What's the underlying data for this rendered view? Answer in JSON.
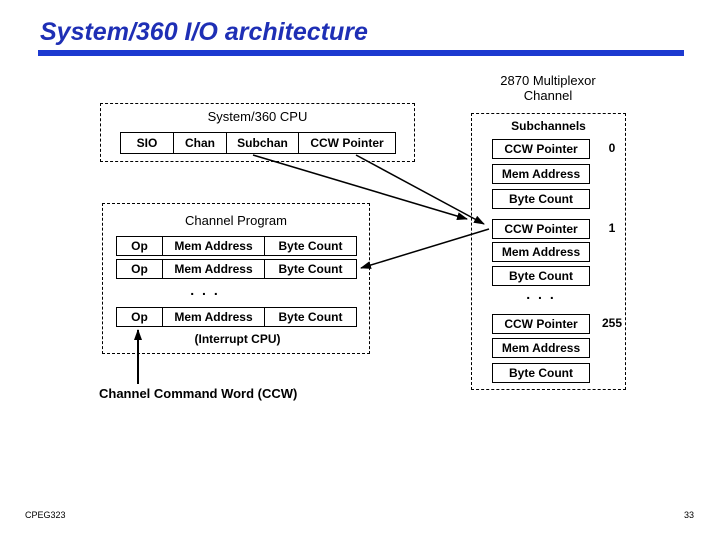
{
  "slide": {
    "title": "System/360 I/O architecture",
    "footer_left": "CPEG323",
    "page_number": "33"
  },
  "cpu": {
    "title": "System/360 CPU",
    "cells": [
      "SIO",
      "Chan",
      "Subchan",
      "CCW Pointer"
    ]
  },
  "multiplexor": {
    "label_line1": "2870 Multiplexor",
    "label_line2": "Channel",
    "subchannels_title": "Subchannels",
    "groups": [
      {
        "index": "0",
        "fields": [
          "CCW Pointer",
          "Mem Address",
          "Byte Count"
        ]
      },
      {
        "index": "1",
        "fields": [
          "CCW Pointer",
          "Mem Address",
          "Byte Count"
        ]
      },
      {
        "index": "255",
        "fields": [
          "CCW Pointer",
          "Mem Address",
          "Byte Count"
        ]
      }
    ],
    "ellipsis": ". . ."
  },
  "channel_program": {
    "title": "Channel Program",
    "rows": [
      {
        "cells": [
          "Op",
          "Mem Address",
          "Byte Count"
        ]
      },
      {
        "cells": [
          "Op",
          "Mem Address",
          "Byte Count"
        ]
      },
      {
        "cells": [
          "Op",
          "Mem Address",
          "Byte Count"
        ]
      }
    ],
    "ellipsis": ". . .",
    "interrupt_label": "(Interrupt CPU)"
  },
  "ccw_label": "Channel Command Word (CCW)",
  "colors": {
    "title_blue": "#1e2fb5",
    "underline_blue": "#1d3ad0",
    "diagram_ink": "#000000",
    "background": "#ffffff"
  }
}
